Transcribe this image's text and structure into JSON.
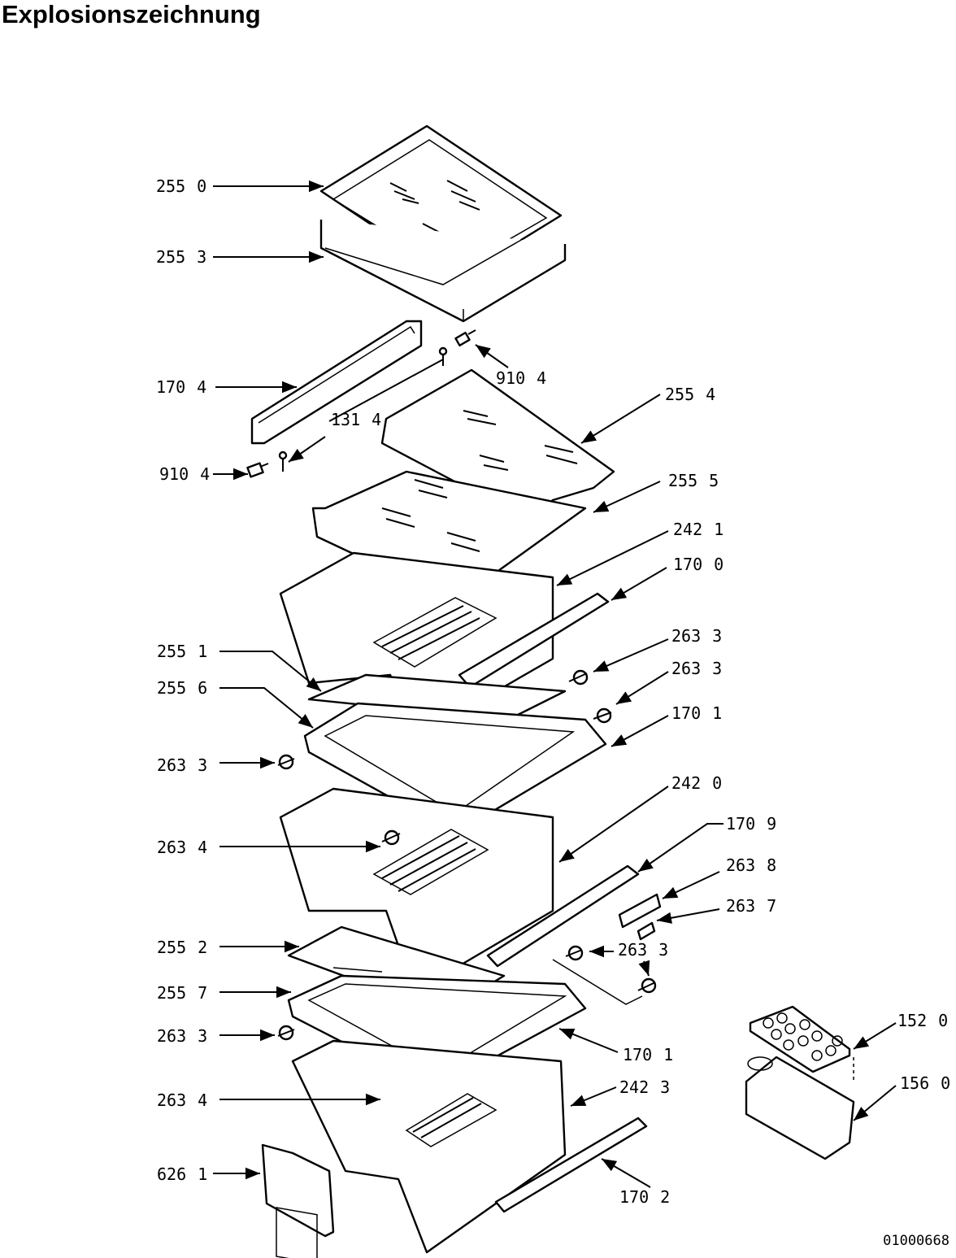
{
  "title": "Explosionszeichnung",
  "document_number": "01000668",
  "callouts": [
    {
      "part": "255",
      "index": "0"
    },
    {
      "part": "255",
      "index": "3"
    },
    {
      "part": "170",
      "index": "4"
    },
    {
      "part": "910",
      "index": "4"
    },
    {
      "part": "131",
      "index": "4"
    },
    {
      "part": "910",
      "index": "4"
    },
    {
      "part": "255",
      "index": "4"
    },
    {
      "part": "255",
      "index": "5"
    },
    {
      "part": "242",
      "index": "1"
    },
    {
      "part": "170",
      "index": "0"
    },
    {
      "part": "263",
      "index": "3"
    },
    {
      "part": "263",
      "index": "3"
    },
    {
      "part": "255",
      "index": "1"
    },
    {
      "part": "255",
      "index": "6"
    },
    {
      "part": "170",
      "index": "1"
    },
    {
      "part": "263",
      "index": "3"
    },
    {
      "part": "242",
      "index": "0"
    },
    {
      "part": "170",
      "index": "9"
    },
    {
      "part": "263",
      "index": "4"
    },
    {
      "part": "263",
      "index": "8"
    },
    {
      "part": "263",
      "index": "7"
    },
    {
      "part": "255",
      "index": "2"
    },
    {
      "part": "263",
      "index": "3"
    },
    {
      "part": "255",
      "index": "7"
    },
    {
      "part": "152",
      "index": "0"
    },
    {
      "part": "263",
      "index": "3"
    },
    {
      "part": "170",
      "index": "1"
    },
    {
      "part": "156",
      "index": "0"
    },
    {
      "part": "263",
      "index": "4"
    },
    {
      "part": "242",
      "index": "3"
    },
    {
      "part": "626",
      "index": "1"
    },
    {
      "part": "170",
      "index": "2"
    }
  ]
}
